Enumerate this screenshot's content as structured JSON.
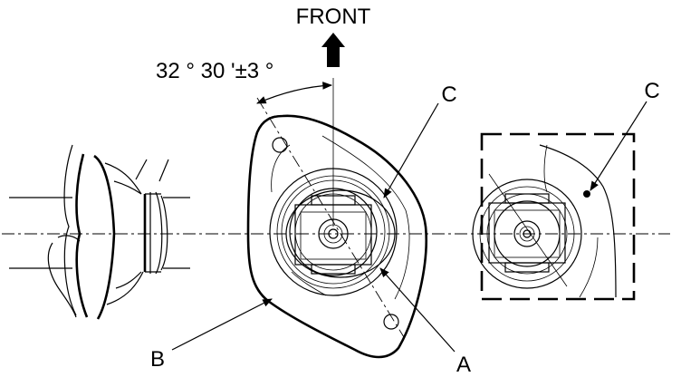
{
  "labels": {
    "front": "FRONT",
    "angle": "32 ° 30 '±3 °",
    "callout_a": "A",
    "callout_b": "B",
    "callout_c_left": "C",
    "callout_c_right": "C"
  },
  "colors": {
    "ink": "#000000",
    "background": "#ffffff"
  }
}
